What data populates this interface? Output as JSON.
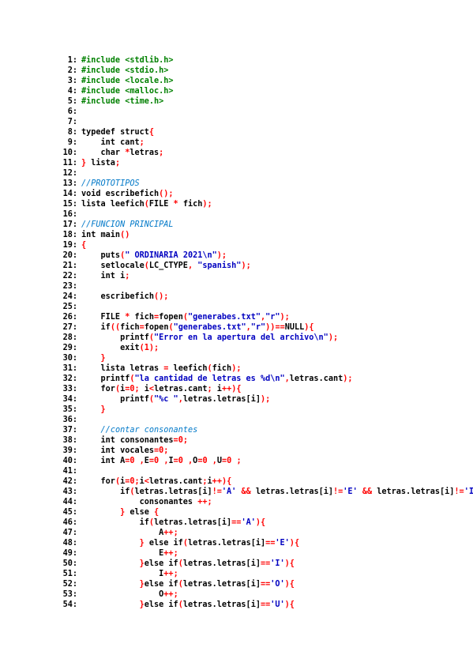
{
  "document": {
    "lines": [
      {
        "n": "1:",
        "code": "#include <stdlib.h>"
      },
      {
        "n": "2:",
        "code": "#include <stdio.h>"
      },
      {
        "n": "3:",
        "code": "#include <locale.h>"
      },
      {
        "n": "4:",
        "code": "#include <malloc.h>"
      },
      {
        "n": "5:",
        "code": "#include <time.h>"
      },
      {
        "n": "6:",
        "code": ""
      },
      {
        "n": "7:",
        "code": ""
      },
      {
        "n": "8:",
        "code": "typedef struct{"
      },
      {
        "n": "9:",
        "code": "    int cant;"
      },
      {
        "n": "10:",
        "code": "    char *letras;"
      },
      {
        "n": "11:",
        "code": "} lista;"
      },
      {
        "n": "12:",
        "code": ""
      },
      {
        "n": "13:",
        "code": "//PROTOTIPOS"
      },
      {
        "n": "14:",
        "code": "void escribefich();"
      },
      {
        "n": "15:",
        "code": "lista leefich(FILE * fich);"
      },
      {
        "n": "16:",
        "code": ""
      },
      {
        "n": "17:",
        "code": "//FUNCION PRINCIPAL"
      },
      {
        "n": "18:",
        "code": "int main()"
      },
      {
        "n": "19:",
        "code": "{"
      },
      {
        "n": "20:",
        "code": "    puts(\" ORDINARIA 2021\\n\");"
      },
      {
        "n": "21:",
        "code": "    setlocale(LC_CTYPE, \"spanish\");"
      },
      {
        "n": "22:",
        "code": "    int i;"
      },
      {
        "n": "23:",
        "code": ""
      },
      {
        "n": "24:",
        "code": "    escribefich();"
      },
      {
        "n": "25:",
        "code": ""
      },
      {
        "n": "26:",
        "code": "    FILE * fich=fopen(\"generabes.txt\",\"r\");"
      },
      {
        "n": "27:",
        "code": "    if((fich=fopen(\"generabes.txt\",\"r\"))==NULL){"
      },
      {
        "n": "28:",
        "code": "        printf(\"Error en la apertura del archivo\\n\");"
      },
      {
        "n": "29:",
        "code": "        exit(1);"
      },
      {
        "n": "30:",
        "code": "    }"
      },
      {
        "n": "31:",
        "code": "    lista letras = leefich(fich);"
      },
      {
        "n": "32:",
        "code": "    printf(\"la cantidad de letras es %d\\n\",letras.cant);"
      },
      {
        "n": "33:",
        "code": "    for(i=0; i<letras.cant; i++){"
      },
      {
        "n": "34:",
        "code": "        printf(\"%c \",letras.letras[i]);"
      },
      {
        "n": "35:",
        "code": "    }"
      },
      {
        "n": "36:",
        "code": ""
      },
      {
        "n": "37:",
        "code": "    //contar consonantes"
      },
      {
        "n": "38:",
        "code": "    int consonantes=0;"
      },
      {
        "n": "39:",
        "code": "    int vocales=0;"
      },
      {
        "n": "40:",
        "code": "    int A=0 ,E=0 ,I=0 ,O=0 ,U=0 ;"
      },
      {
        "n": "41:",
        "code": ""
      },
      {
        "n": "42:",
        "code": "    for(i=0;i<letras.cant;i++){"
      },
      {
        "n": "43:",
        "code": "        if(letras.letras[i]!='A' && letras.letras[i]!='E' && letras.letras[i]!='I"
      },
      {
        "n": "44:",
        "code": "            consonantes ++;"
      },
      {
        "n": "45:",
        "code": "        } else {"
      },
      {
        "n": "46:",
        "code": "            if(letras.letras[i]=='A'){"
      },
      {
        "n": "47:",
        "code": "                A++;"
      },
      {
        "n": "48:",
        "code": "            } else if(letras.letras[i]=='E'){"
      },
      {
        "n": "49:",
        "code": "                E++;"
      },
      {
        "n": "50:",
        "code": "            }else if(letras.letras[i]=='I'){"
      },
      {
        "n": "51:",
        "code": "                I++;"
      },
      {
        "n": "52:",
        "code": "            }else if(letras.letras[i]=='O'){"
      },
      {
        "n": "53:",
        "code": "                O++;"
      },
      {
        "n": "54:",
        "code": "            }else if(letras.letras[i]=='U'){"
      }
    ]
  },
  "colors": {
    "preprocessor": "#008000",
    "string": "#0000c0",
    "comment": "#0078c8",
    "number_and_operator": "#ff0000",
    "text": "#000000"
  }
}
